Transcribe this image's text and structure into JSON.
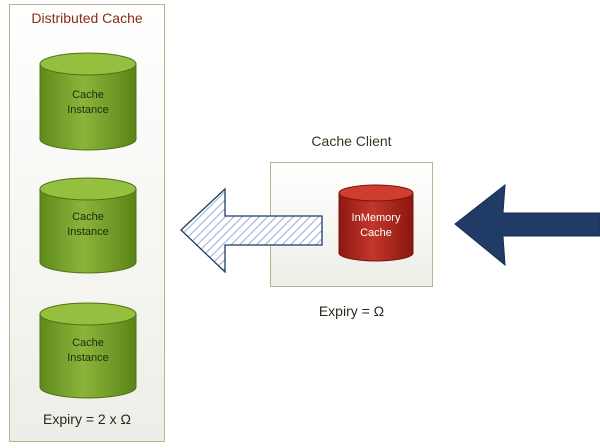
{
  "distributed_cache": {
    "title": "Distributed Cache",
    "instances": [
      {
        "line1": "Cache",
        "line2": "Instance"
      },
      {
        "line1": "Cache",
        "line2": "Instance"
      },
      {
        "line1": "Cache",
        "line2": "Instance"
      }
    ],
    "expiry": "Expiry = 2 x Ω"
  },
  "cache_client": {
    "title": "Cache Client",
    "inmemory": {
      "line1": "InMemory",
      "line2": "Cache"
    },
    "expiry": "Expiry = Ω"
  },
  "colors": {
    "instance_green": "#7aa22c",
    "inmemory_red": "#b3261c",
    "request_arrow": "#1f3b66",
    "outgoing_arrow_outline": "#1f3b66",
    "outgoing_arrow_hatch": "#9db4d4",
    "panel_border": "#b7b390",
    "title_red": "#8b2c10"
  }
}
